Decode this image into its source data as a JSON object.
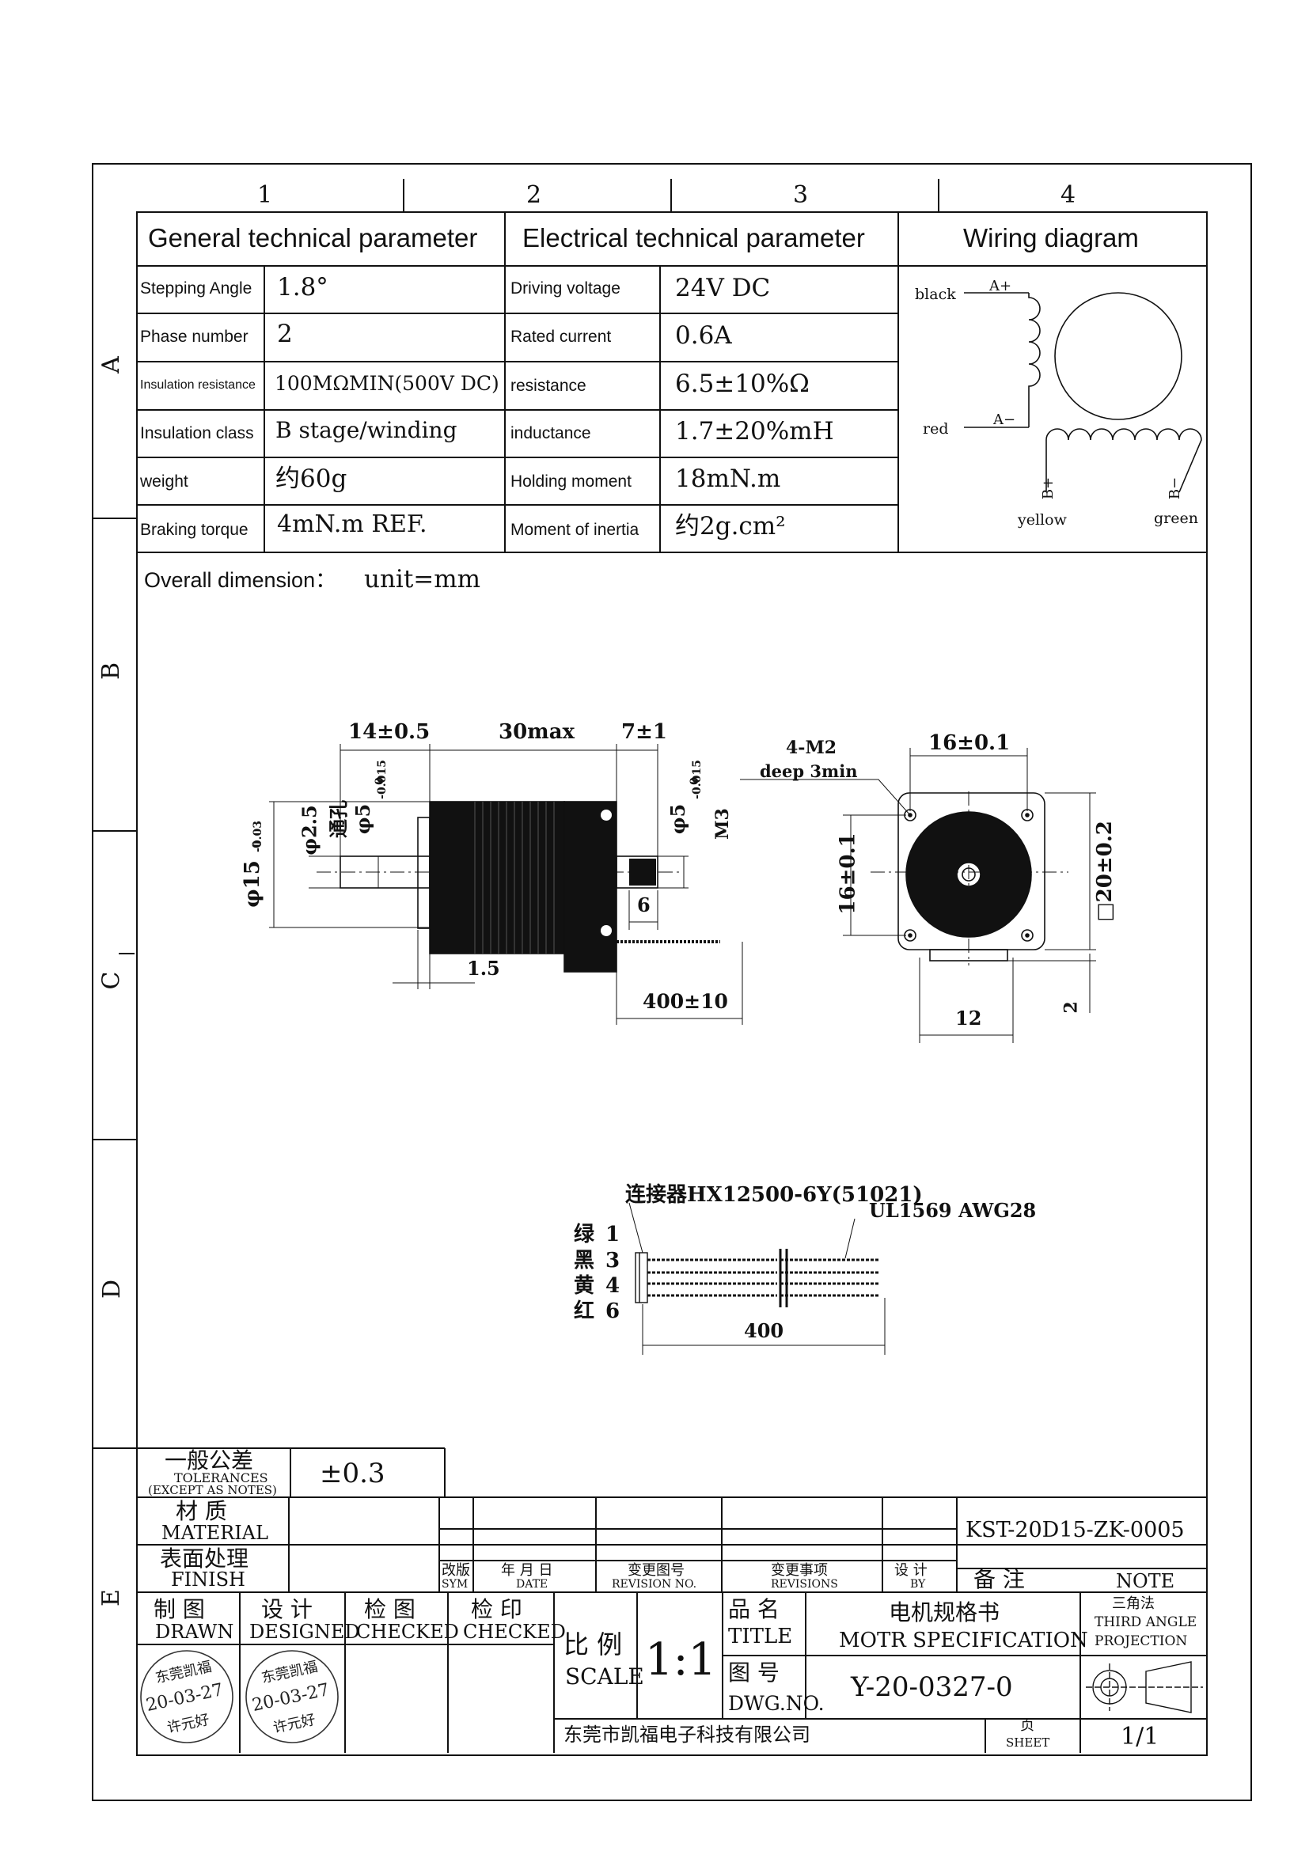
{
  "border": {
    "cols": [
      "1",
      "2",
      "3",
      "4"
    ],
    "rows": [
      "A",
      "B",
      "C",
      "D",
      "E"
    ]
  },
  "param_table": {
    "general_header": "General technical parameter",
    "electrical_header": "Electrical technical parameter",
    "wiring_header": "Wiring diagram",
    "general": [
      {
        "label": "Stepping Angle",
        "value": "1.8°"
      },
      {
        "label": "Phase number",
        "value": "2"
      },
      {
        "label": "Insulation resistance",
        "value": "100MΩMIN(500V DC)"
      },
      {
        "label": "Insulation class",
        "value": "B stage/winding"
      },
      {
        "label": "weight",
        "value": "约60g"
      },
      {
        "label": "Braking torque",
        "value": "4mN.m REF."
      }
    ],
    "electrical": [
      {
        "label": "Driving voltage",
        "value": "24V DC"
      },
      {
        "label": "Rated current",
        "value": "0.6A"
      },
      {
        "label": "resistance",
        "value": "6.5±10%Ω"
      },
      {
        "label": "inductance",
        "value": "1.7±20%mH"
      },
      {
        "label": "Holding moment",
        "value": "18mN.m"
      },
      {
        "label": "Moment of inertia",
        "value": "约2g.cm²"
      }
    ],
    "wiring": {
      "black": "black",
      "red": "red",
      "yellow": "yellow",
      "green": "green",
      "a_plus": "A+",
      "a_minus": "A−",
      "b_plus": "B+",
      "b_minus": "B−"
    }
  },
  "overall": {
    "label": "Overall dimension：",
    "unit": "unit=mm"
  },
  "side_view": {
    "d_left": "14±0.5",
    "d_body": "30max",
    "d_right": "7±1",
    "d_phi25": "φ2.5",
    "d_through": "通孔",
    "d_phi5_left": "φ5",
    "d_phi5_left_tol": "0",
    "d_phi5_left_tol2": "-0.015",
    "d_phi5_right": "φ5",
    "d_phi5_right_tol": "0",
    "d_phi5_right_tol2": "-0.015",
    "d_m3": "M3",
    "d_phi15": "φ15",
    "d_phi15_tol": "0",
    "d_phi15_tol2": "-0.03",
    "d_6": "6",
    "d_15": "1.5",
    "d_400": "400±10"
  },
  "front_view": {
    "d_4m2": "4-M2",
    "d_deep": "deep 3min",
    "d_16top": "16±0.1",
    "d_16left": "16±0.1",
    "d_20": "□20±0.2",
    "d_2": "2",
    "d_12": "12"
  },
  "connector": {
    "title": "连接器HX12500-6Y(51021)",
    "wire": "UL1569 AWG28",
    "pins": [
      {
        "name": "绿",
        "num": "1"
      },
      {
        "name": "黑",
        "num": "3"
      },
      {
        "name": "黄",
        "num": "4"
      },
      {
        "name": "红",
        "num": "6"
      }
    ],
    "length": "400"
  },
  "title_block": {
    "tol_cn": "一般公差",
    "tol_en": "TOLERANCES",
    "tol_note": "(EXCEPT AS NOTES)",
    "tol_value": "±0.3",
    "mat_cn": "材 质",
    "mat_en": "MATERIAL",
    "fin_cn": "表面处理",
    "fin_en": "FINISH",
    "part_no": "KST-20D15-ZK-0005",
    "rev_sym_cn": "改版",
    "rev_sym_en": "SYM",
    "rev_date_cn": "年 月 日",
    "rev_date_en": "DATE",
    "rev_no_cn": "变更图号",
    "rev_no_en": "REVISION NO.",
    "rev_item_cn": "变更事项",
    "rev_item_en": "REVISIONS",
    "rev_by_cn": "设 计",
    "rev_by_en": "BY",
    "note_cn": "备 注",
    "note_en": "NOTE",
    "drawn_cn": "制 图",
    "drawn_en": "DRAWN",
    "designed_cn": "设 计",
    "designed_en": "DESIGNED",
    "checked_cn": "检 图",
    "checked_en": "CHECKED",
    "checked2_cn": "检 印",
    "checked2_en": "CHECKED",
    "scale_cn": "比 例",
    "scale_en": "SCALE",
    "scale_value": "1:1",
    "title_cn": "品 名",
    "title_en": "TITLE",
    "title_value_cn": "电机规格书",
    "title_value_en": "MOTR SPECIFICATION",
    "dwg_cn": "图 号",
    "dwg_en": "DWG.NO.",
    "dwg_value": "Y-20-0327-0",
    "proj_cn": "三角法",
    "proj_en1": "THIRD ANGLE",
    "proj_en2": "PROJECTION",
    "company": "东莞市凯福电子科技有限公司",
    "sheet_cn": "页",
    "sheet_en": "SHEET",
    "sheet_value": "1/1",
    "stamps": [
      {
        "top": "东莞凯福",
        "date": "20-03-27",
        "name": "许元好"
      },
      {
        "top": "东莞凯福",
        "date": "20-03-27",
        "name": "许元好"
      }
    ]
  }
}
